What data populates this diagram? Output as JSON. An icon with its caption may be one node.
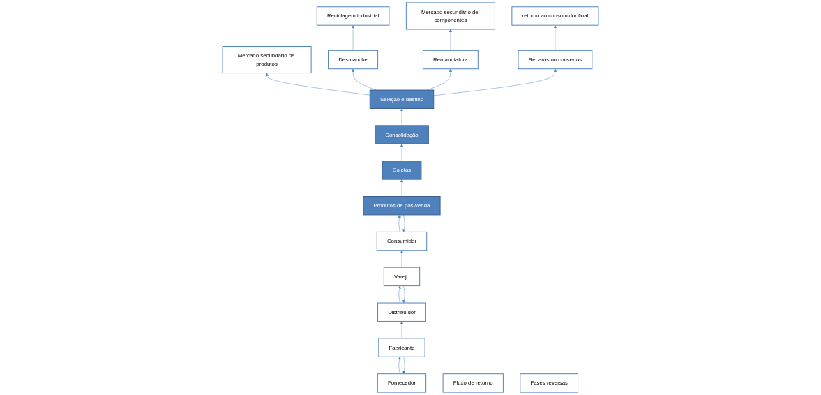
{
  "diagram": {
    "nodes": [
      {
        "text": [
          "Reciclagem industrial"
        ]
      },
      {
        "text": [
          "Mercado secundário de produtos"
        ]
      },
      {
        "text": [
          "Mercado secundário de componentes"
        ]
      },
      {
        "text": [
          "Fornecedor"
        ]
      },
      {
        "text": [
          "Fluxo de retorno"
        ]
      },
      {
        "text": [
          "Desmanche"
        ]
      },
      {
        "text": [
          "Seleção e destino"
        ]
      },
      {
        "text": [
          "Remanufatura"
        ]
      },
      {
        "text": [
          "Fabricante"
        ]
      },
      {
        "text": [
          "Distribuidor"
        ]
      },
      {
        "text": [
          "Fases reversas"
        ]
      },
      {
        "text": [
          "Consolidação"
        ]
      },
      {
        "text": [
          "Reparos ou consertos"
        ]
      },
      {
        "text": [
          "Varejo"
        ]
      },
      {
        "text": [
          "Coletas"
        ]
      },
      {
        "text": [
          "retorno ao consumidor final"
        ]
      },
      {
        "text": [
          "Consumidor"
        ]
      },
      {
        "text": [
          "Produtos de pós-venda"
        ]
      }
    ],
    "edges": [
      {
        "from": 17,
        "to": 14,
        "arrow": "to"
      },
      {
        "from": 14,
        "to": 11,
        "arrow": "to"
      },
      {
        "from": 11,
        "to": 6,
        "arrow": "to"
      },
      {
        "from": 6,
        "to": 1,
        "arrow": "to"
      },
      {
        "from": 6,
        "to": 5,
        "arrow": "to"
      },
      {
        "from": 5,
        "to": 0,
        "arrow": "to"
      },
      {
        "from": 6,
        "to": 7,
        "arrow": "to"
      },
      {
        "from": 7,
        "to": 2,
        "arrow": "to"
      },
      {
        "from": 6,
        "to": 12,
        "arrow": "to"
      },
      {
        "from": 12,
        "to": 15,
        "arrow": "to"
      },
      {
        "from": 3,
        "to": 8,
        "arrow": "to"
      },
      {
        "from": 8,
        "to": 9,
        "arrow": "to"
      },
      {
        "from": 9,
        "to": 13,
        "arrow": "to"
      },
      {
        "from": 13,
        "to": 16,
        "arrow": "to"
      },
      {
        "from": 16,
        "to": 17,
        "arrow": "to"
      },
      {
        "from": 8,
        "to": 3,
        "arrow": "to"
      },
      {
        "from": 13,
        "to": 9,
        "arrow": "to"
      },
      {
        "from": 17,
        "to": 16,
        "arrow": "to"
      }
    ]
  }
}
